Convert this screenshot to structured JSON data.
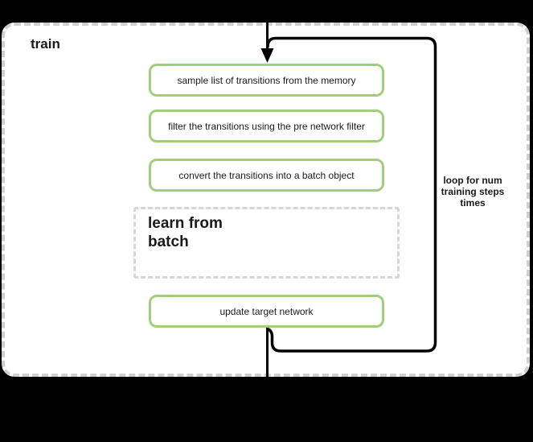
{
  "frame": {
    "title": "train"
  },
  "steps": [
    {
      "label": "sample list of transitions from the memory"
    },
    {
      "label": "filter the transitions using the pre network filter"
    },
    {
      "label": "convert the transitions into a batch object"
    }
  ],
  "subprocess": {
    "label": "learn from batch",
    "lines": [
      "learn from",
      "batch"
    ]
  },
  "final_step": {
    "label": "update target network"
  },
  "loop": {
    "label": "loop for num training steps times",
    "lines": [
      "loop for num",
      "training steps",
      "times"
    ]
  },
  "icons": {
    "flow_arrow": "arrow-down-icon"
  },
  "colors": {
    "background": "#000000",
    "panel": "#ffffff",
    "frame_border": "#cfcfcf",
    "sub_border": "#d6d6d6",
    "step_border": "#a0ce7d",
    "line": "#000000",
    "text": "#1a1a1a"
  }
}
